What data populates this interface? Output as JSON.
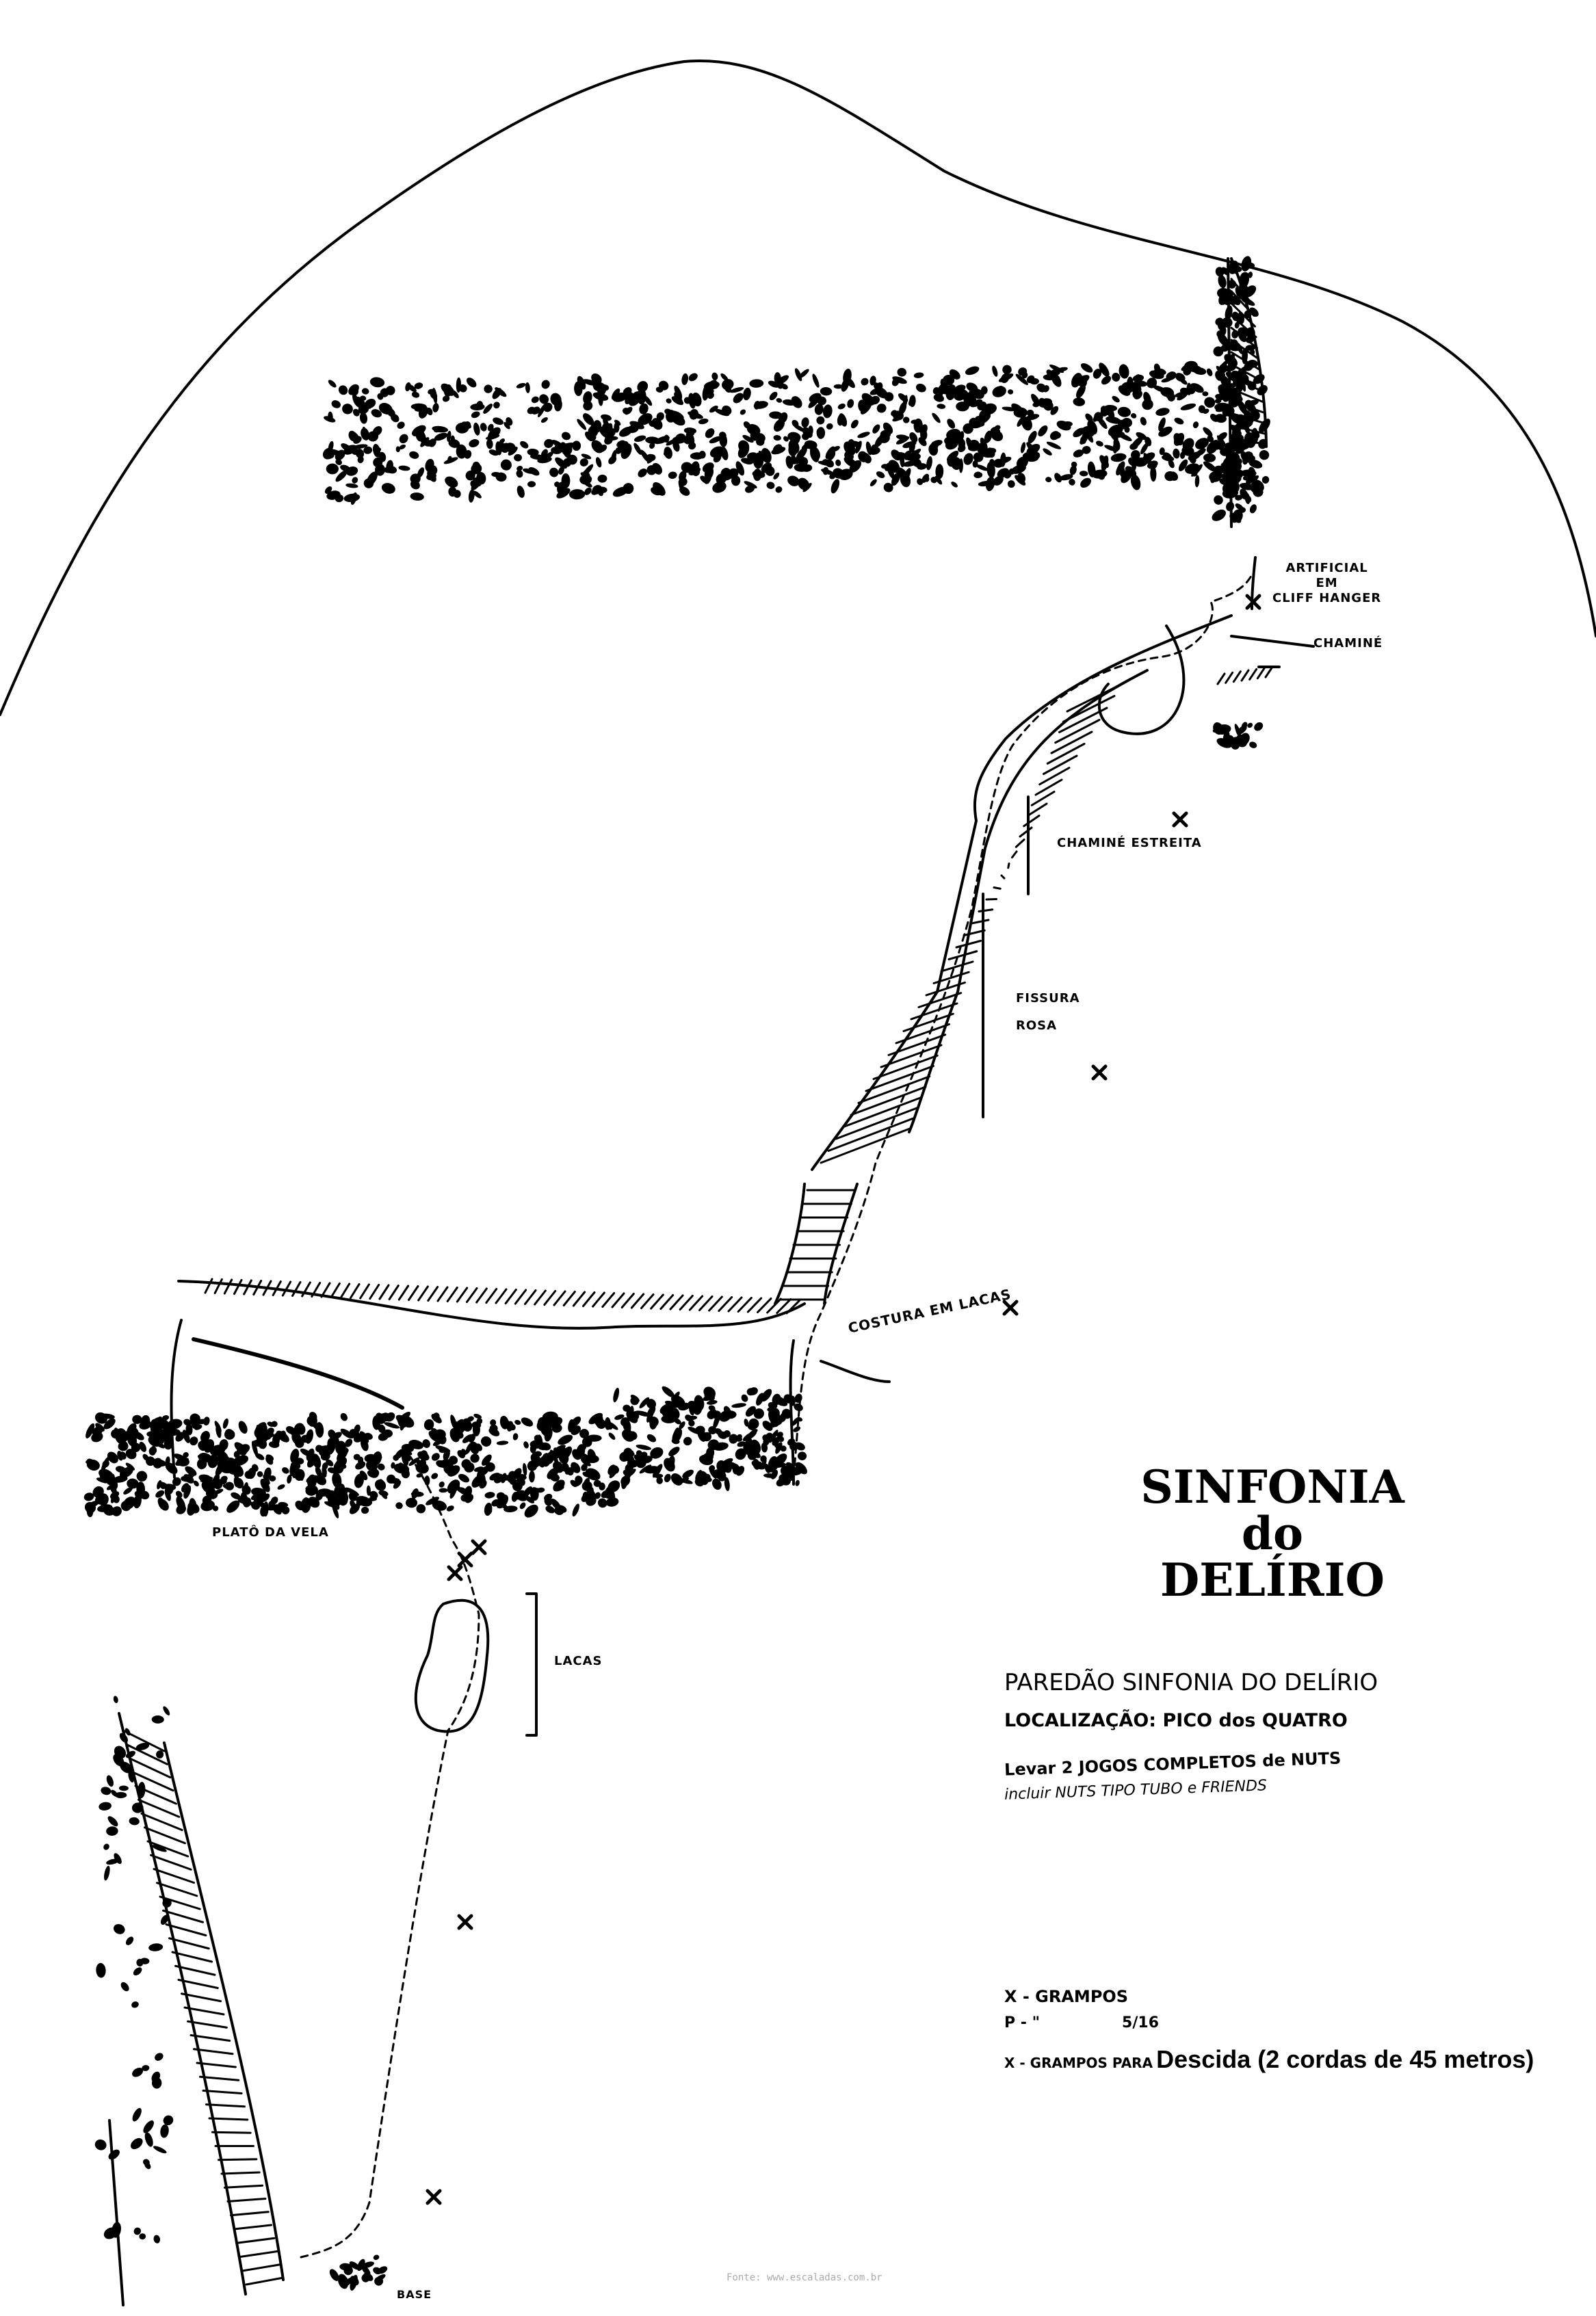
{
  "title": {
    "line1": "SINFONIA",
    "line2": "do",
    "line3": "DELÍRIO"
  },
  "info": {
    "wall": "PAREDÃO SINFONIA DO DELÍRIO",
    "location": "LOCALIZAÇÃO: PICO dos QUATRO",
    "gear_line1": "Levar 2 JOGOS COMPLETOS de NUTS",
    "gear_line2": "incluir NUTS TIPO TUBO e FRIENDS"
  },
  "legend": {
    "bolts": "X - GRAMPOS",
    "p_bolts": "P -   \"",
    "p_size": "5/16",
    "rappel_prefix": "X - GRAMPOS PARA",
    "rappel_desc": "Descida (2 cordas de 45 metros)"
  },
  "labels": {
    "artificial1": "ARTIFICIAL",
    "artificial2": "EM",
    "artificial3": "CLIFF HANGER",
    "chamine": "CHAMINÉ",
    "chamine_estreita": "CHAMINÉ ESTREITA",
    "fissura1": "FISSURA",
    "fissura2": "ROSA",
    "costura": "COSTURA EM LACAS",
    "plato": "PLATÔ DA VELA",
    "lacas": "LACAS",
    "base": "BASE"
  },
  "source": "Fonte: www.escaladas.com.br"
}
